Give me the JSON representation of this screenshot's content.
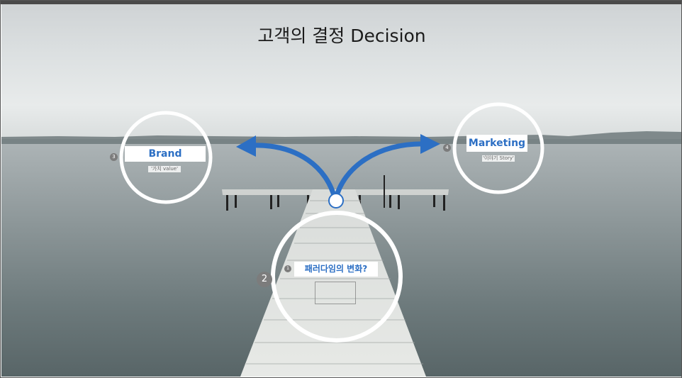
{
  "title": "고객의 결정 Decision",
  "nodes": {
    "brand": {
      "label": "Brand",
      "sub": "'가치 value'",
      "step": "3"
    },
    "marketing": {
      "label": "Marketing",
      "sub": "'이야기 Story'",
      "step": "4"
    },
    "paradigm": {
      "label": "패러다임의 변화?",
      "step_small": "1",
      "step": "2"
    }
  },
  "colors": {
    "accent": "#2c6fc4",
    "ring": "#ffffff",
    "badge": "#7c7c7c"
  },
  "icons": {
    "arrows": "curved-arrow-icon"
  }
}
